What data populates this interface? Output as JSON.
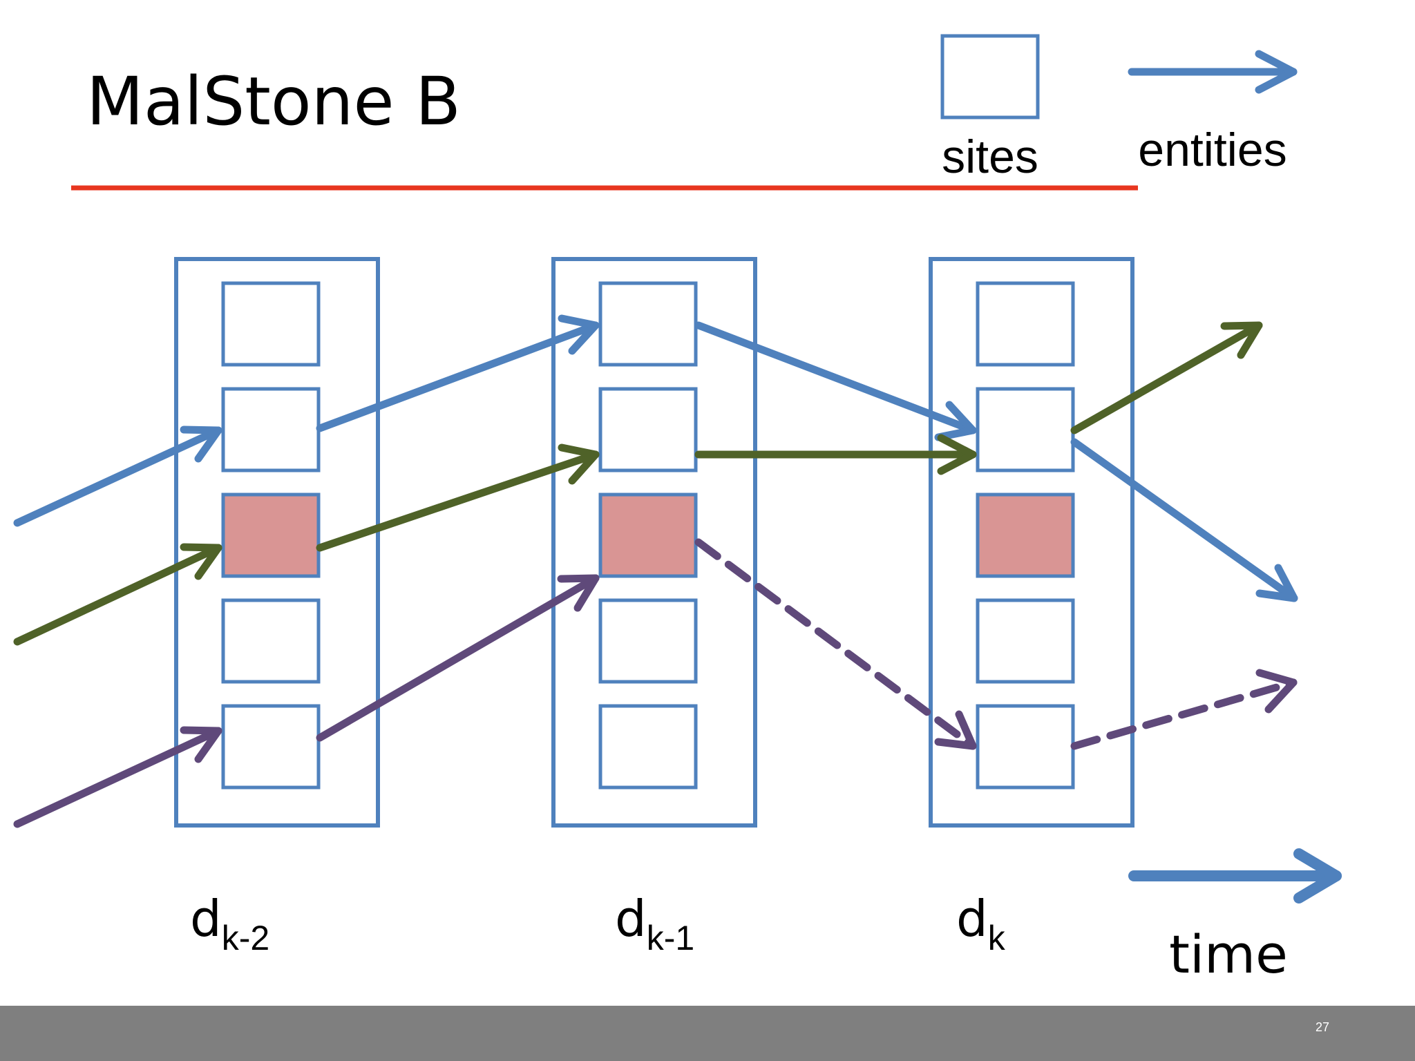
{
  "title": "MalStone B",
  "legend": {
    "sites_label": "sites",
    "entities_label": "entities"
  },
  "periods": [
    {
      "main": "d",
      "sub": "k-2"
    },
    {
      "main": "d",
      "sub": "k-1"
    },
    {
      "main": "d",
      "sub": "k"
    }
  ],
  "time_label": "time",
  "page_number": "27",
  "sites_per_period": 5,
  "compromised_site_row": 3,
  "flows": [
    {
      "entity": "blue",
      "path": [
        "in",
        "0-2",
        "1-1",
        "2-2",
        "out"
      ],
      "dashed": false
    },
    {
      "entity": "green",
      "path": [
        "in",
        "0-3",
        "1-2",
        "2-2",
        "out"
      ],
      "dashed": false
    },
    {
      "entity": "purple",
      "path": [
        "in",
        "0-5",
        "1-3"
      ],
      "dashed": false
    },
    {
      "entity": "purple",
      "path": [
        "1-3",
        "2-5",
        "out"
      ],
      "dashed": true
    }
  ],
  "colors": {
    "background": "#ffffff",
    "box_stroke": "#4f81bd",
    "compromised_fill": "#d99594",
    "title_rule": "#e8361f",
    "blue_entity": "#4f81bd",
    "green_entity": "#4f6228",
    "purple_entity": "#5f497a",
    "footer_bar": "#7f7f7f"
  }
}
